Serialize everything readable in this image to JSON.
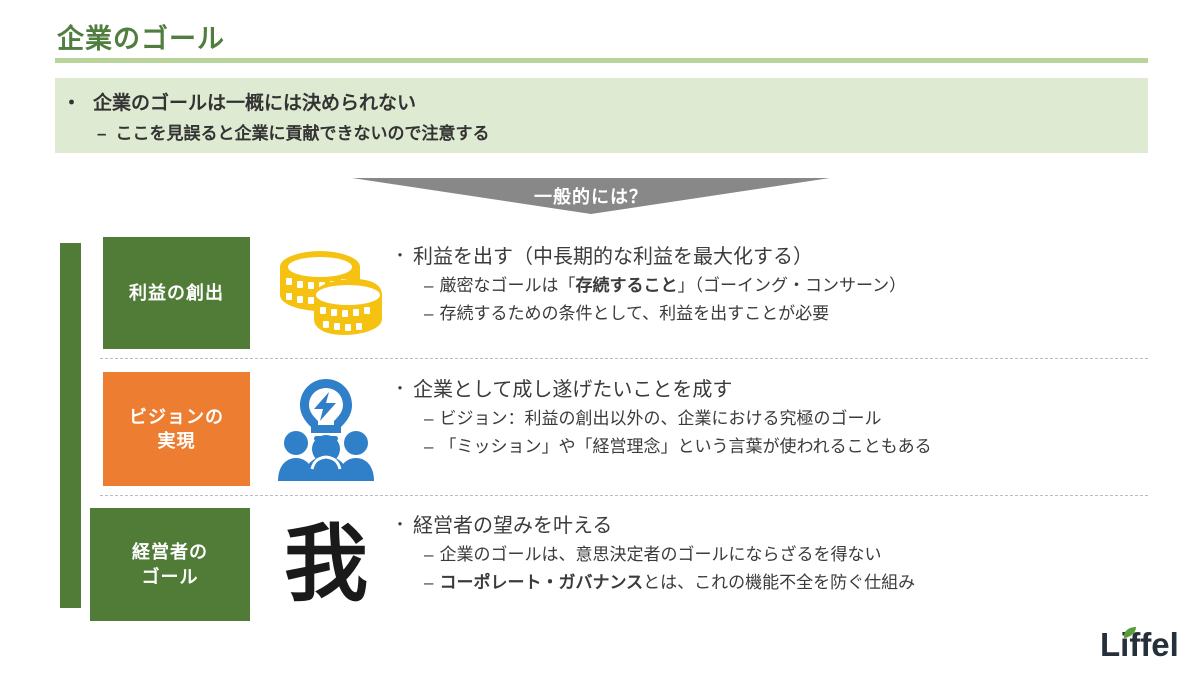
{
  "slide": {
    "title": "企業のゴール",
    "accent_green": "#507c38",
    "title_green": "#4f7e3f",
    "rule_green": "#b9d49b",
    "callout_bg": "#dfead2",
    "orange": "#ed7d31",
    "arrow_gray": "#888888",
    "coin_gold": "#f5c211",
    "people_blue": "#2f7fc9"
  },
  "callout": {
    "bullet_marker": "・",
    "line1": "企業のゴールは一概には決められない",
    "dash_marker": "–",
    "line2": "ここを見誤ると企業に貢献できないので注意する"
  },
  "arrow": {
    "label": "一般的には？"
  },
  "rows": [
    {
      "category": "利益の創出",
      "category_color": "#507c38",
      "icon": "coins-icon",
      "bullet_marker": "・",
      "headline": "利益を出す（中長期的な利益を最大化する）",
      "subs": [
        {
          "dash": "–",
          "pre": "厳密なゴールは「",
          "bold": "存続すること",
          "post": "」（ゴーイング・コンサーン）"
        },
        {
          "dash": "–",
          "pre": "存続するための条件として、利益を出すことが必要",
          "bold": "",
          "post": ""
        }
      ]
    },
    {
      "category": "ビジョンの\n実現",
      "category_line1": "ビジョンの",
      "category_line2": "実現",
      "category_color": "#ed7d31",
      "icon": "lightbulb-people-icon",
      "bullet_marker": "・",
      "headline": "企業として成し遂げたいことを成す",
      "subs": [
        {
          "dash": "–",
          "pre": "ビジョン：利益の創出以外の、企業における究極のゴール",
          "bold": "",
          "post": ""
        },
        {
          "dash": "–",
          "pre": "「ミッション」や「経営理念」という言葉が使われることもある",
          "bold": "",
          "post": ""
        }
      ]
    },
    {
      "category": "経営者の\nゴール",
      "category_line1": "経営者の",
      "category_line2": "ゴール",
      "category_color": "#507c38",
      "icon": "kanji-ware-glyph",
      "icon_glyph": "我",
      "bullet_marker": "・",
      "headline": "経営者の望みを叶える",
      "subs": [
        {
          "dash": "–",
          "pre": "企業のゴールは、意思決定者のゴールにならざるを得ない",
          "bold": "",
          "post": ""
        },
        {
          "dash": "–",
          "pre": "",
          "bold": "コーポレート・ガバナンス",
          "post": "とは、これの機能不全を防ぐ仕組み"
        }
      ]
    }
  ],
  "logo": {
    "text": "Liffel",
    "text_color": "#25303b",
    "leaf_color": "#5a9e3a"
  }
}
